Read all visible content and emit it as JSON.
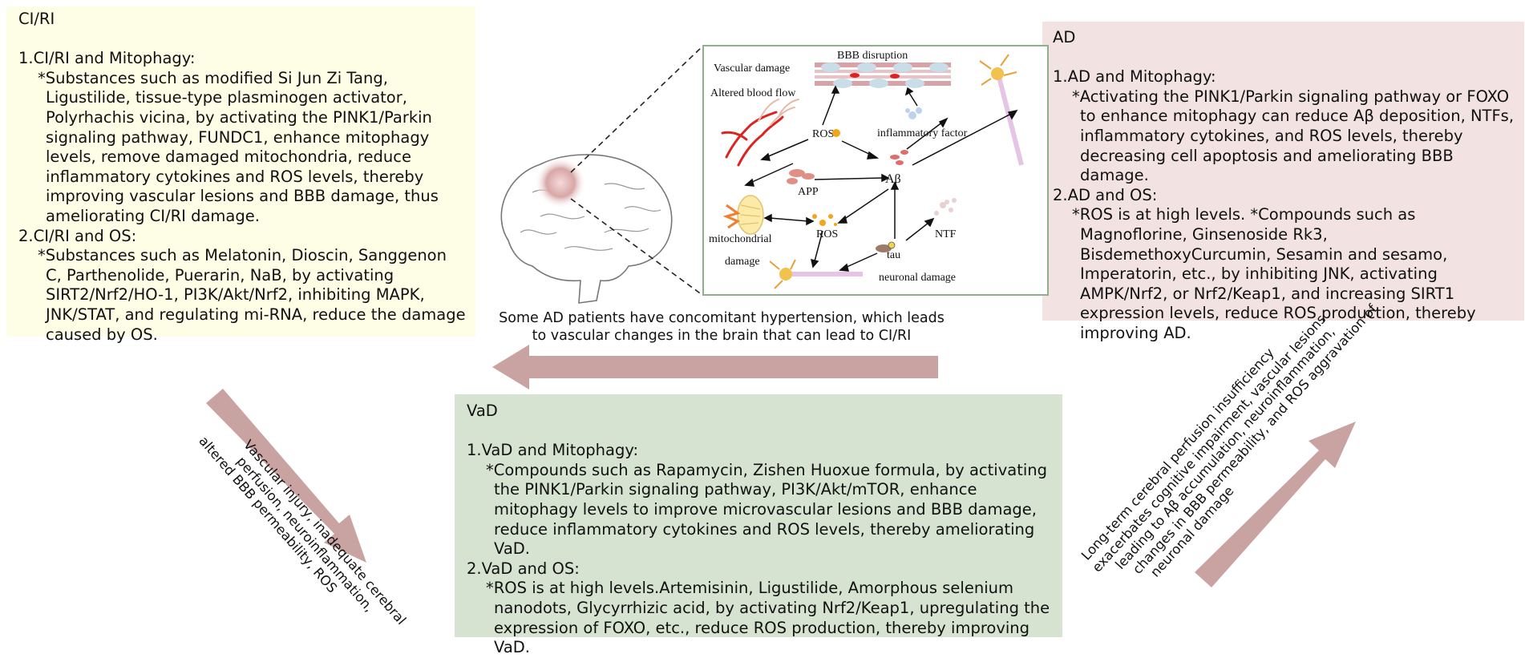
{
  "ciri": {
    "title": "CI/RI",
    "s1": "1.CI/RI and Mitophagy:",
    "s1_item": "*Substances such as modified Si Jun Zi Tang, Ligustilide, tissue-type plasminogen activator, Polyrhachis vicina, by activating the PINK1/Parkin signaling pathway, FUNDC1, enhance mitophagy levels, remove damaged mitochondria, reduce inflammatory cytokines and ROS levels, thereby improving vascular lesions and BBB damage, thus ameliorating CI/RI damage.",
    "s2": "2.CI/RI and OS:",
    "s2_item": "*Substances such as Melatonin, Dioscin, Sanggenon C, Parthenolide, Puerarin, NaB, by activating SIRT2/Nrf2/HO-1, PI3K/Akt/Nrf2, inhibiting MAPK, JNK/STAT, and regulating mi-RNA, reduce the damage caused by OS."
  },
  "ad": {
    "title": "AD",
    "s1": "1.AD and Mitophagy:",
    "s1_item": "*Activating the PINK1/Parkin signaling pathway or FOXO to enhance mitophagy can reduce Aβ deposition, NTFs, inflammatory cytokines, and ROS levels, thereby decreasing cell apoptosis and ameliorating BBB damage.",
    "s2": "2.AD and OS:",
    "s2_item": "*ROS is at high levels. *Compounds such as Magnoflorine, Ginsenoside Rk3, BisdemethoxyCurcumin, Sesamin and sesamo, Imperatorin, etc., by inhibiting JNK, activating AMPK/Nrf2, or Nrf2/Keap1, and increasing SIRT1 expression levels, reduce ROS production, thereby improving AD."
  },
  "vad": {
    "title": "VaD",
    "s1": "1.VaD and Mitophagy:",
    "s1_item": "*Compounds such as Rapamycin, Zishen Huoxue formula, by activating the PINK1/Parkin signaling pathway, PI3K/Akt/mTOR, enhance mitophagy levels to improve microvascular lesions and BBB damage, reduce inflammatory cytokines and ROS levels, thereby ameliorating VaD.",
    "s2": "2.VaD and OS:",
    "s2_item": "*ROS is at high levels.Artemisinin, Ligustilide, Amorphous selenium nanodots, Glycyrrhizic acid, by activating Nrf2/Keap1, upregulating the expression of FOXO, etc., reduce ROS production, thereby improving VaD."
  },
  "caption": {
    "line1": "Some AD patients have concomitant hypertension, which leads",
    "line2": "to vascular changes in the brain that can lead to CI/RI"
  },
  "left_arrow_text": [
    "Vascular injury, inadequate cerebral",
    "perfusion, neuroinflammation,",
    "altered BBB permeability, ROS"
  ],
  "right_arrow_text": [
    "Long-term cerebral perfusion insufficiency",
    "exacerbates cognitive impairment, vascular lesions",
    "leading to Aβ accumulation, neuroinflammation,",
    "changes in BBB permeability, and ROS aggravation of",
    "neuronal damage"
  ],
  "panel": {
    "bbb": "BBB disruption",
    "vascular": "Vascular damage",
    "blood_flow": "Altered blood flow",
    "ros1": "ROS",
    "inflammatory": "inflammatory factor",
    "app": "APP",
    "abeta": "Aβ",
    "mito1": "mitochondrial",
    "mito2": "damage",
    "ros2": "ROS",
    "ntf": "NTF",
    "tau": "tau",
    "neuronal": "neuronal damage"
  },
  "colors": {
    "ciri_bg": "#fefde6",
    "ad_bg": "#f2e2e2",
    "vad_bg": "#d6e3d0",
    "arrow": "#c9a3a1",
    "panel_border": "#8fb08a"
  }
}
